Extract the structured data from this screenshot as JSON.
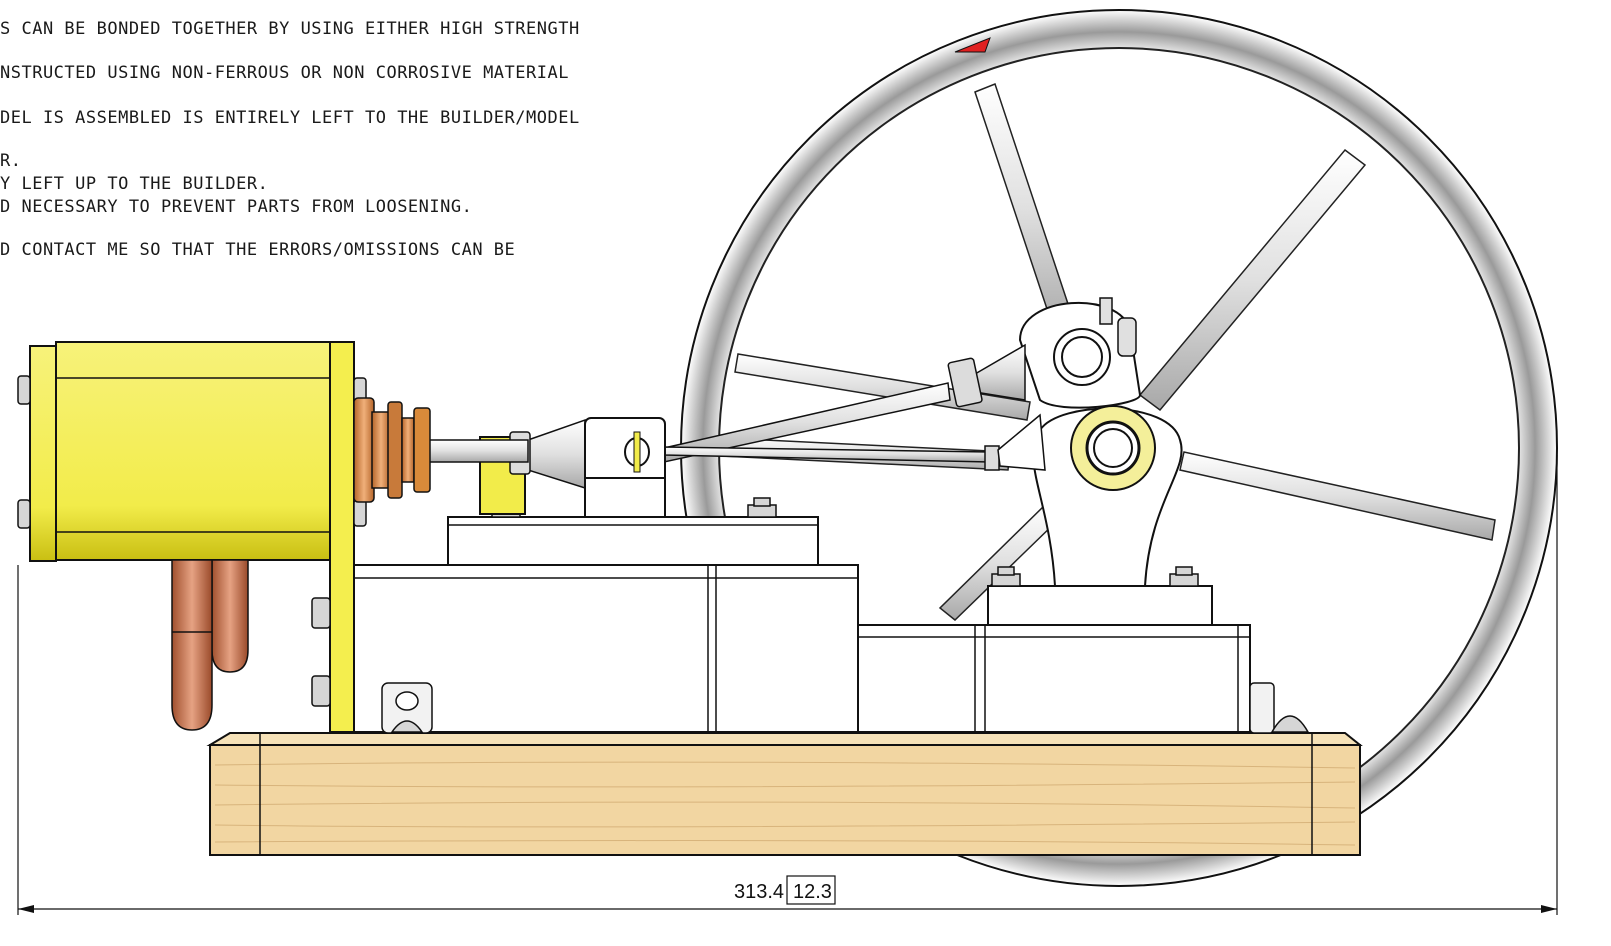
{
  "notes": [
    "S CAN BE BONDED TOGETHER BY USING EITHER HIGH STRENGTH",
    "NSTRUCTED USING NON-FERROUS OR NON CORROSIVE MATERIAL",
    "DEL IS ASSEMBLED IS ENTIRELY LEFT TO THE BUILDER/MODEL",
    "R.",
    "Y LEFT UP TO THE BUILDER.",
    "D NECESSARY TO PREVENT PARTS FROM LOOSENING.",
    "D CONTACT ME SO THAT THE ERRORS/OMISSIONS CAN BE"
  ],
  "dimension": {
    "metric": "313.4",
    "imperial": "12.3"
  },
  "colors": {
    "cylinder": "#f2ec4a",
    "cylinder_shadow": "#c9bf12",
    "copper": "#d9896a",
    "brass_fitting": "#d98a3a",
    "wood": "#f2d6a2",
    "wood_grain": "#d8b47c",
    "steel": "#e6e6e6",
    "outline": "#111111",
    "marker": "#e02020"
  }
}
